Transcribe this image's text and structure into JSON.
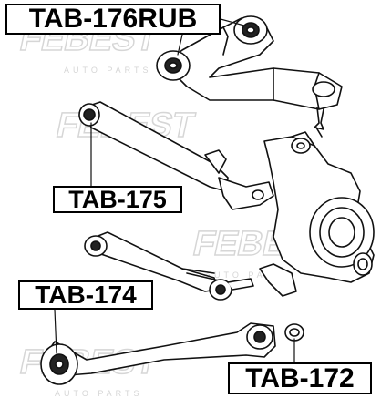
{
  "labels": {
    "tab_176rub": "TAB-176RUB",
    "tab_175": "TAB-175",
    "tab_174": "TAB-174",
    "tab_172": "TAB-172"
  },
  "watermark": {
    "brand": "FEBEST",
    "tagline": "AUTO PARTS"
  },
  "colors": {
    "line": "#111111",
    "watermark": "#d6d6d6",
    "background": "#ffffff"
  },
  "icons": [
    "upper-control-arm-icon",
    "lower-arm-icon",
    "toe-link-icon",
    "trailing-arm-icon",
    "knuckle-hub-icon",
    "bushing-icon"
  ]
}
